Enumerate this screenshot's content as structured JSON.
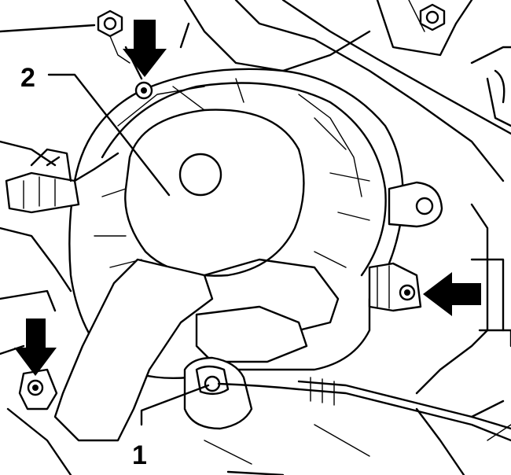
{
  "callouts": {
    "fan_label": "2",
    "connector_label": "1"
  },
  "arrows": {
    "count": 3,
    "icon": "arrow-down-icon, arrow-left-icon"
  },
  "colors": {
    "ink": "#000000",
    "paper": "#ffffff"
  }
}
